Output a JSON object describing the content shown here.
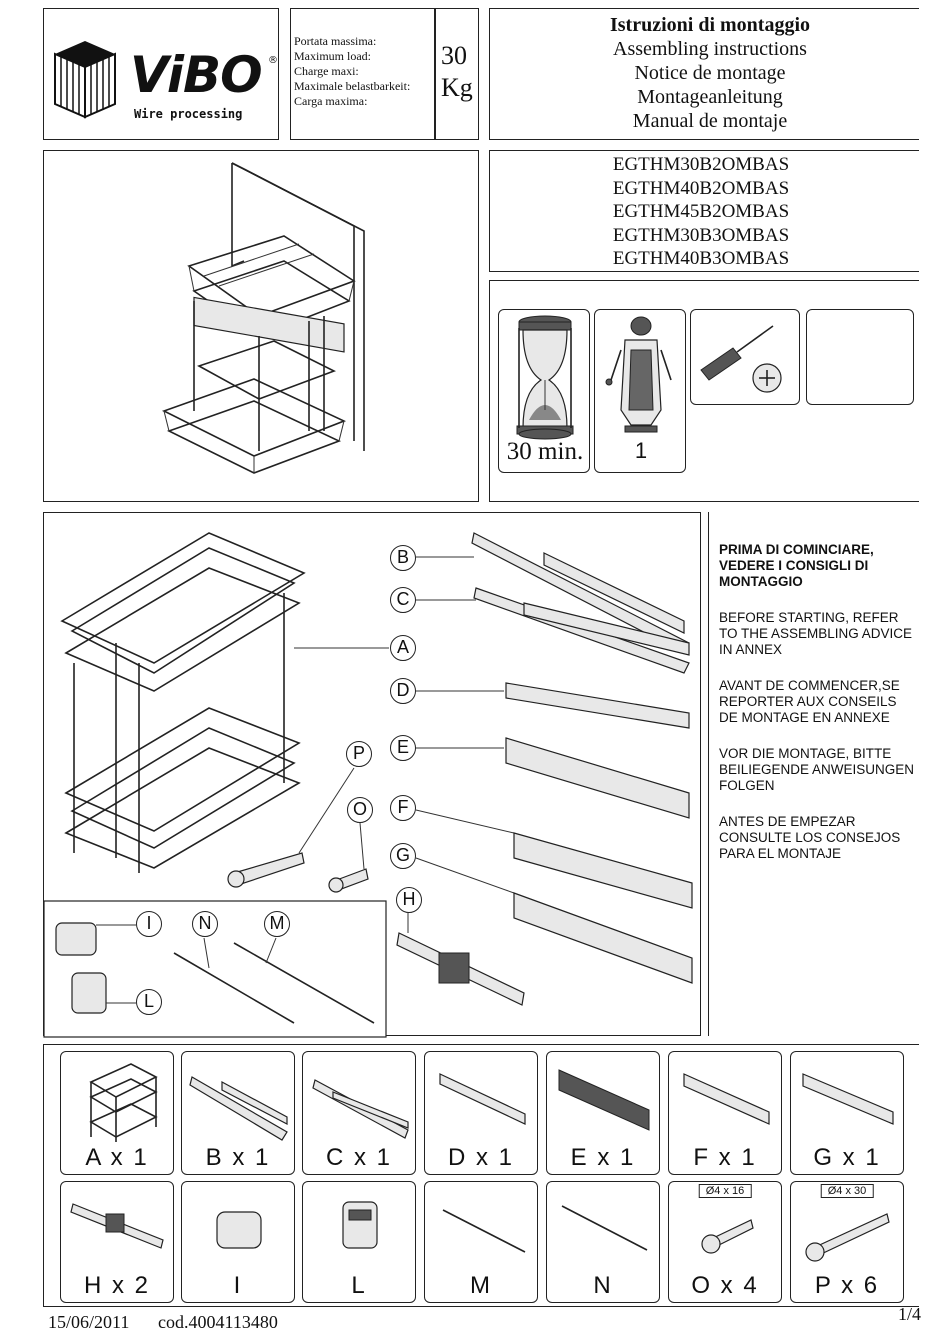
{
  "brand": {
    "name": "ViBO",
    "tagline": "Wire processing"
  },
  "load": {
    "labels": [
      "Portata massima:",
      "Maximum load:",
      "Charge maxi:",
      "Maximale belastbarkeit:",
      "Carga maxima:"
    ],
    "value": "30",
    "unit": "Kg"
  },
  "title": {
    "lines": [
      "Istruzioni di montaggio",
      "Assembling instructions",
      "Notice de montage",
      "Montageanleitung",
      "Manual de montaje"
    ]
  },
  "models": [
    "EGTHM30B2OMBAS",
    "EGTHM40B2OMBAS",
    "EGTHM45B2OMBAS",
    "EGTHM30B3OMBAS",
    "EGTHM40B3OMBAS"
  ],
  "requirements": {
    "time": "30 min.",
    "persons": "1"
  },
  "diagram_labels": [
    "A",
    "B",
    "C",
    "D",
    "E",
    "F",
    "G",
    "H",
    "I",
    "L",
    "M",
    "N",
    "O",
    "P"
  ],
  "advice": {
    "it": "PRIMA DI COMINCIARE, VEDERE I CONSIGLI DI MONTAGGIO",
    "en": "BEFORE STARTING, REFER TO THE ASSEMBLING ADVICE IN ANNEX",
    "fr": "AVANT DE COMMENCER,SE REPORTER AUX CONSEILS DE MONTAGE EN ANNEXE",
    "de": "VOR DIE MONTAGE, BITTE BEILIEGENDE ANWEISUNGEN FOLGEN",
    "es": "ANTES DE EMPEZAR CONSULTE LOS CONSEJOS PARA EL MONTAJE"
  },
  "parts": [
    {
      "label": "A x 1"
    },
    {
      "label": "B x 1"
    },
    {
      "label": "C x 1"
    },
    {
      "label": "D x 1"
    },
    {
      "label": "E x 1"
    },
    {
      "label": "F x 1"
    },
    {
      "label": "G x 1"
    },
    {
      "label": "H x 2"
    },
    {
      "label": "I"
    },
    {
      "label": "L"
    },
    {
      "label": "M"
    },
    {
      "label": "N"
    },
    {
      "label": "O x 4",
      "dim": "Ø4 x 16"
    },
    {
      "label": "P x 6",
      "dim": "Ø4 x 30"
    }
  ],
  "footer": {
    "date": "15/06/2011",
    "code": "cod.4004113480",
    "page": "1/4"
  }
}
